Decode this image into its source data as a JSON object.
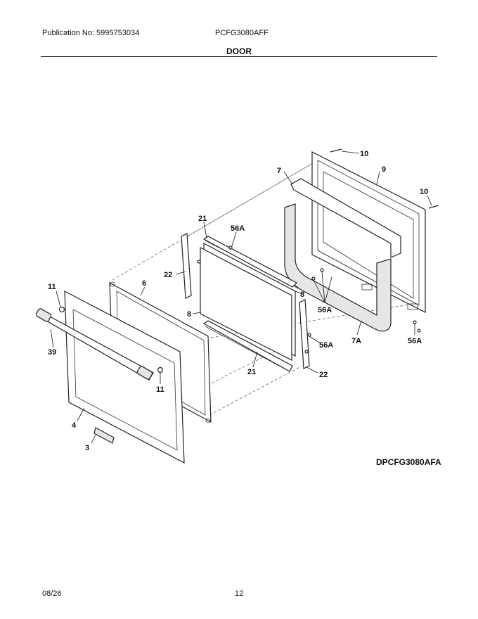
{
  "header": {
    "publication": "Publication No: 5995753034",
    "model": "PCFG3080AFF",
    "section": "DOOR"
  },
  "diagram": {
    "code": "DPCFG3080AFA",
    "callouts": {
      "c10a": "10",
      "c9": "9",
      "c7": "7",
      "c10b": "10",
      "c21a": "21",
      "c56a_top": "56A",
      "c22a": "22",
      "c8a": "8",
      "c8b": "8",
      "c56a_mid": "56A",
      "c11a": "11",
      "c6": "6",
      "c7a": "7A",
      "c56a_r": "56A",
      "c56a_c": "56A",
      "c39": "39",
      "c21b": "21",
      "c22b": "22",
      "c11b": "11",
      "c4": "4",
      "c3": "3"
    }
  },
  "footer": {
    "date": "08/26",
    "page": "12"
  }
}
